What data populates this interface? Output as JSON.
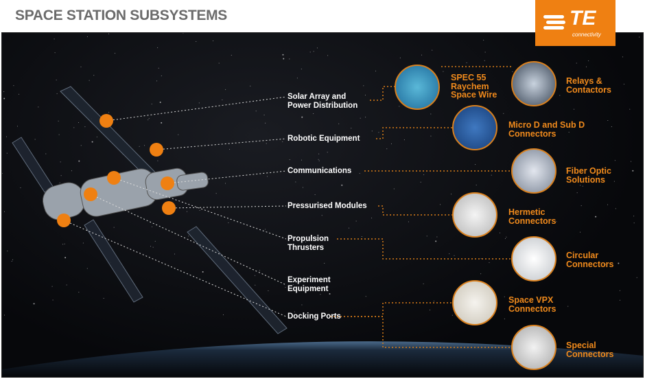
{
  "header": {
    "title": "SPACE STATION SUBSYSTEMS"
  },
  "logo": {
    "text": "TE",
    "subtext": "connectivity",
    "color": "#ef8012"
  },
  "subsystems": [
    {
      "label": "Solar Array and\nPower Distribution"
    },
    {
      "label": "Robotic Equipment"
    },
    {
      "label": "Communications"
    },
    {
      "label": "Pressurised Modules"
    },
    {
      "label": "Propulsion\nThrusters"
    },
    {
      "label": "Experiment\nEquipment"
    },
    {
      "label": "Docking Ports"
    }
  ],
  "products": [
    {
      "label": "SPEC 55\nRaychem\nSpace Wire"
    },
    {
      "label": "Relays &\nContactors"
    },
    {
      "label": "Micro D and Sub D\nConnectors"
    },
    {
      "label": "Fiber Optic\nSolutions"
    },
    {
      "label": "Hermetic\nConnectors"
    },
    {
      "label": "Circular\nConnectors"
    },
    {
      "label": "Space VPX\nConnectors"
    },
    {
      "label": "Special\nConnectors"
    }
  ],
  "colors": {
    "accent": "#f08a1c",
    "background": "#07080b"
  }
}
